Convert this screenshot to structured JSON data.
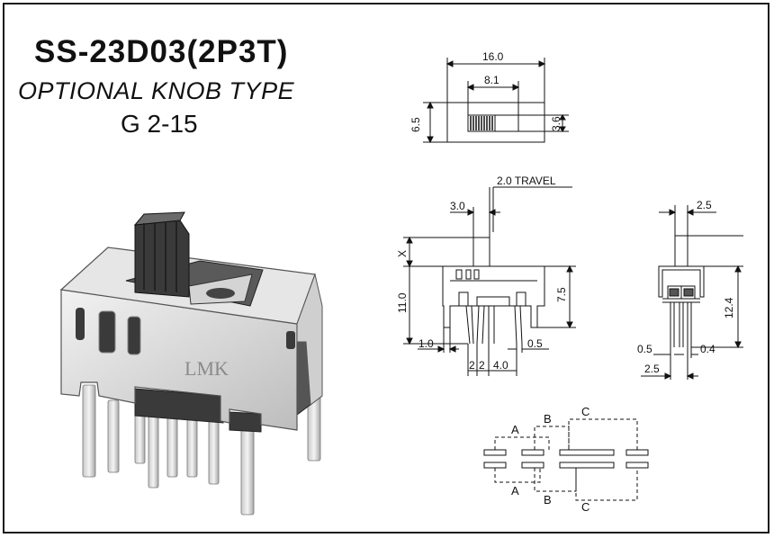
{
  "header": {
    "model": "SS-23D03(2P3T)",
    "knob_note": "OPTIONAL KNOB TYPE",
    "series": "G 2-15"
  },
  "product": {
    "brand_mark": "LMK"
  },
  "top_view": {
    "overall_width": "16.0",
    "slot_width": "8.1",
    "height": "6.5",
    "knob_height": "3.6"
  },
  "front_view": {
    "travel": "2.0 TRAVEL",
    "knob_width": "3.0",
    "knob_height_var": "X",
    "overall_height": "11.0",
    "body_height": "7.5",
    "left_offset": "1.0",
    "right_offset": "0.5",
    "pitch_1": "2",
    "pitch_2": "2",
    "pitch_3": "4.0"
  },
  "side_view": {
    "knob_width": "2.5",
    "height": "12.4",
    "pin_width": "0.5",
    "pin_gap": "0.4",
    "pin_pitch": "2.5"
  },
  "schematic": {
    "label_a": "A",
    "label_b": "B",
    "label_c": "C"
  },
  "colors": {
    "line": "#111111",
    "dashed": "#222222",
    "metal": "#d9d9d9",
    "plastic": "#3a3a3a"
  }
}
